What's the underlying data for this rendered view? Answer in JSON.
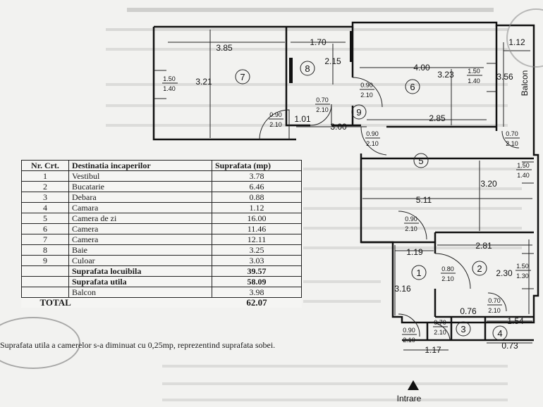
{
  "plan": {
    "rooms": {
      "r1": "1",
      "r2": "2",
      "r3": "3",
      "r4": "4",
      "r5": "5",
      "r6": "6",
      "r7": "7",
      "r8": "8",
      "r9": "9"
    },
    "dims": {
      "r7_width": "3.85",
      "r7_height": "3.21",
      "r8_width": "1.70",
      "r8_height": "2.15",
      "r6_width": "4.00",
      "r6_height": "3.23",
      "top_right_width": "1.12",
      "right_height": "3.56",
      "r9_width": "3.00",
      "r6_lower": "2.85",
      "door_left": "1.01",
      "r5_width": "5.11",
      "r5_height": "3.20",
      "r1_width": "1.19",
      "r1_height": "3.16",
      "r2_width": "2.81",
      "r2_height": "2.30",
      "r3_width": "0.76",
      "r4_width": "1.54",
      "bottom_left": "1.17",
      "bottom_right": "0.73"
    },
    "windows": [
      {
        "top": "1.50",
        "bottom": "1.40"
      },
      {
        "top": "1.50",
        "bottom": "1.40"
      },
      {
        "top": "1.50",
        "bottom": "1.40"
      },
      {
        "top": "1.50",
        "bottom": "1.30"
      }
    ],
    "doors": [
      {
        "top": "0.90",
        "bottom": "2.10"
      },
      {
        "top": "0.70",
        "bottom": "2.10"
      },
      {
        "top": "0.90",
        "bottom": "2.10"
      },
      {
        "top": "0.90",
        "bottom": "2.10"
      },
      {
        "top": "0.70",
        "bottom": "2.10"
      },
      {
        "top": "0.90",
        "bottom": "2.10"
      },
      {
        "top": "0.80",
        "bottom": "2.10"
      },
      {
        "top": "0.70",
        "bottom": "2.10"
      },
      {
        "top": "0.90",
        "bottom": "2.10"
      },
      {
        "top": "0.70",
        "bottom": "2.10"
      }
    ],
    "balcony_label": "Balcon",
    "entrance_label": "Intrare"
  },
  "table": {
    "headers": [
      "Nr. Crt.",
      "Destinatia incaperilor",
      "Suprafata (mp)"
    ],
    "rows": [
      {
        "nr": "1",
        "name": "Vestibul",
        "area": "3.78"
      },
      {
        "nr": "2",
        "name": "Bucatarie",
        "area": "6.46"
      },
      {
        "nr": "3",
        "name": "Debara",
        "area": "0.88"
      },
      {
        "nr": "4",
        "name": "Camara",
        "area": "1.12"
      },
      {
        "nr": "5",
        "name": "Camera de zi",
        "area": "16.00"
      },
      {
        "nr": "6",
        "name": "Camera",
        "area": "11.46"
      },
      {
        "nr": "7",
        "name": "Camera",
        "area": "12.11"
      },
      {
        "nr": "8",
        "name": "Baie",
        "area": "3.25"
      },
      {
        "nr": "9",
        "name": "Culoar",
        "area": "3.03"
      },
      {
        "nr": "",
        "name": "Suprafata locuibila",
        "area": "39.57",
        "bold": true
      },
      {
        "nr": "",
        "name": "Suprafata utila",
        "area": "58.09",
        "bold": true
      },
      {
        "nr": "",
        "name": "Balcon",
        "area": "3.98"
      }
    ],
    "total_label": "TOTAL",
    "total_value": "62.07"
  },
  "footnote": "Suprafata utila a camerelor s-a diminuat cu 0,25mp, reprezentind suprafata sobei."
}
